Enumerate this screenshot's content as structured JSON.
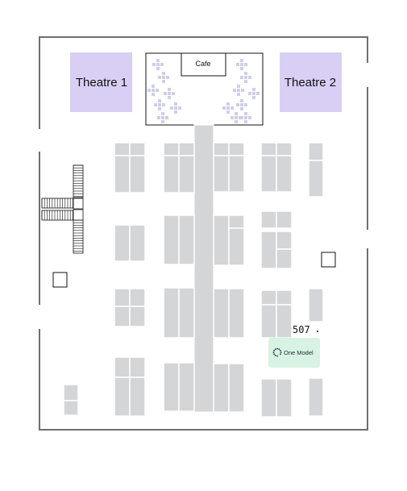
{
  "venue": {
    "theatres": [
      {
        "label": "Theatre 1"
      },
      {
        "label": "Theatre 2"
      }
    ],
    "cafe": {
      "label": "Cafe"
    }
  },
  "highlighted_booth": {
    "number": "507",
    "exhibitor": "One Model",
    "logo_icon": "dotted-ring-icon",
    "color": "#d8f3e4"
  },
  "colors": {
    "booth": "#d4d5d6",
    "theatre": "#d9cff4",
    "highlight": "#d8f3e4",
    "wall": "#6f6f6f"
  }
}
